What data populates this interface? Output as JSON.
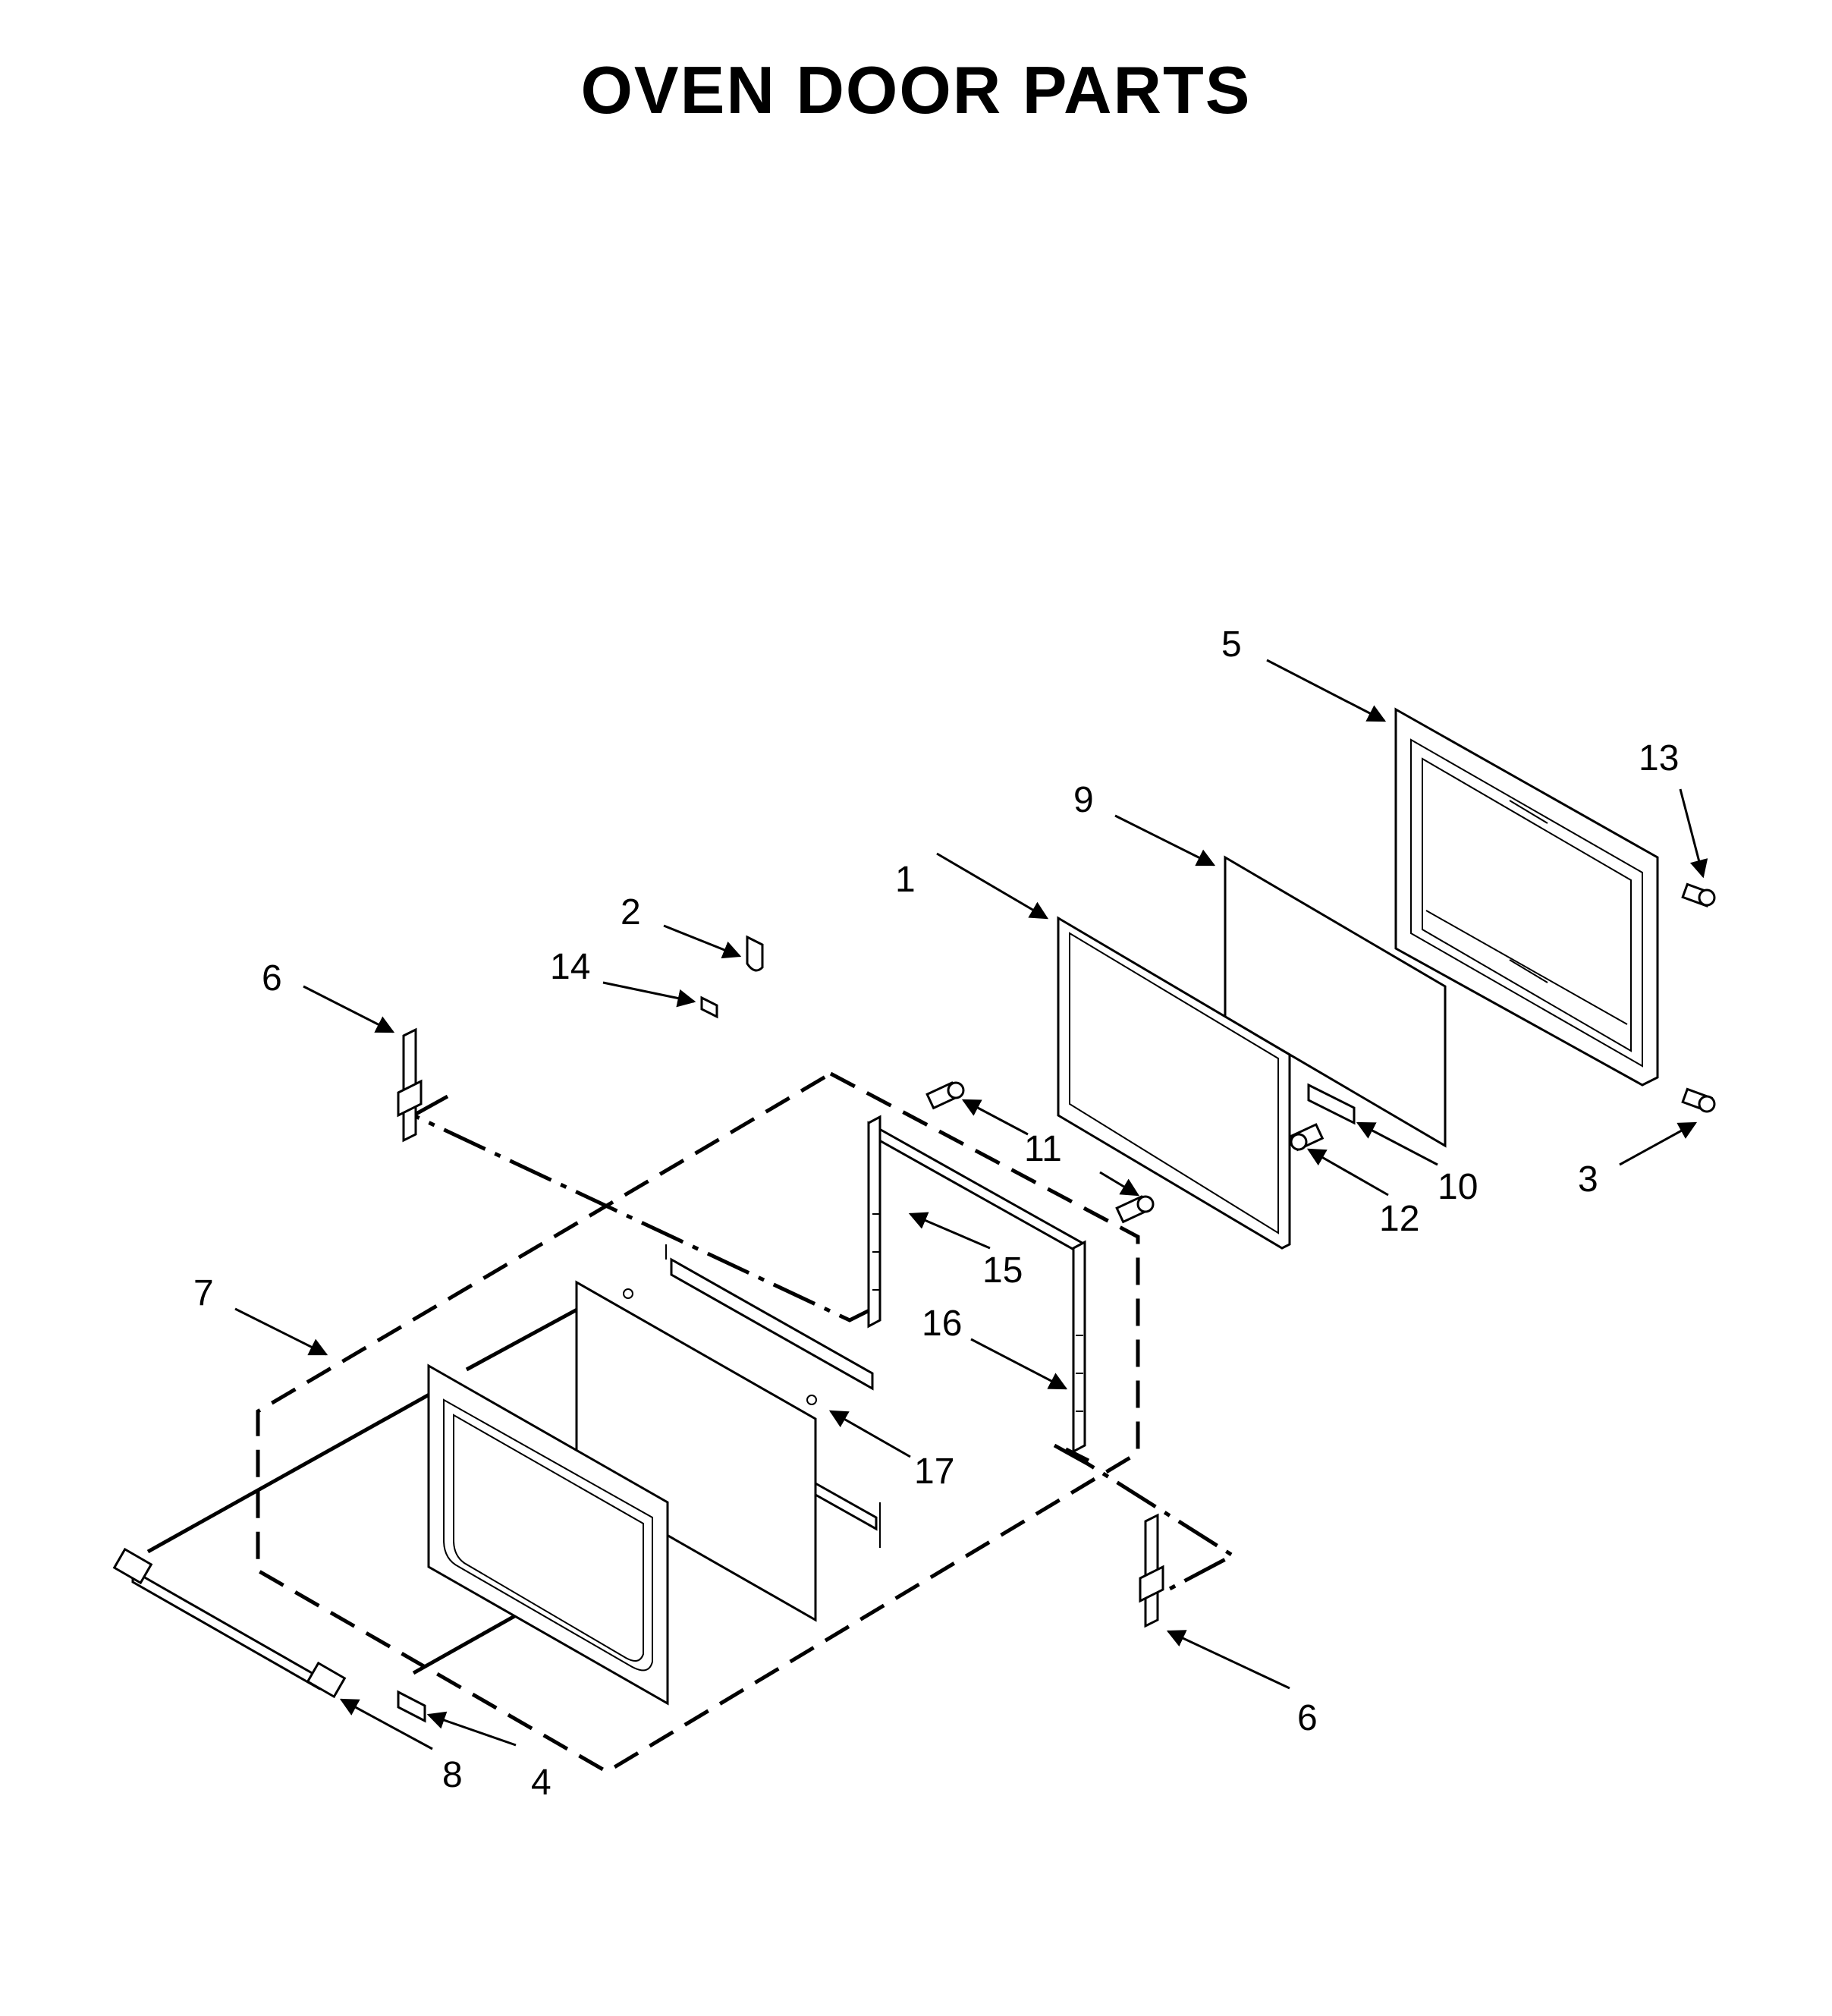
{
  "title": "OVEN DOOR PARTS",
  "callouts": {
    "c1": "1",
    "c2": "2",
    "c3": "3",
    "c4": "4",
    "c5": "5",
    "c6a": "6",
    "c6b": "6",
    "c7": "7",
    "c8": "8",
    "c9": "9",
    "c10": "10",
    "c11": "11",
    "c12": "12",
    "c13": "13",
    "c14": "14",
    "c15": "15",
    "c16": "16",
    "c17": "17"
  }
}
